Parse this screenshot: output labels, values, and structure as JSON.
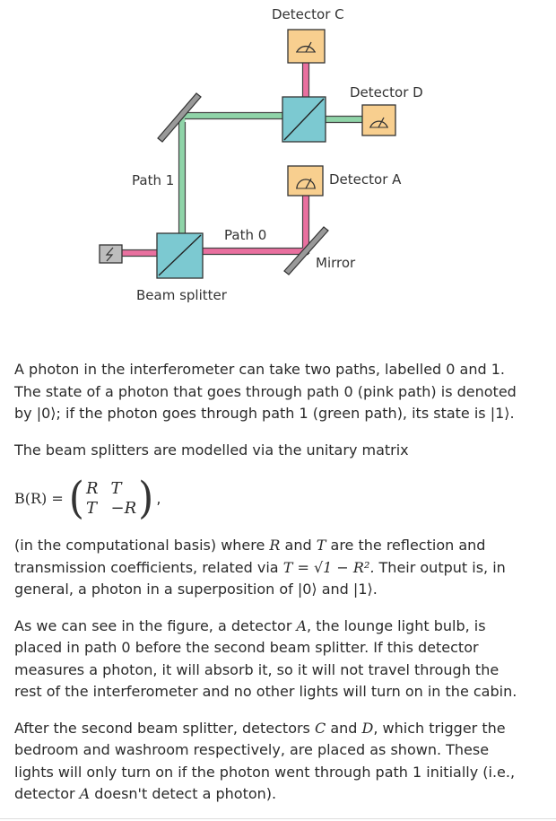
{
  "diagram": {
    "detector_c": "Detector C",
    "detector_d": "Detector D",
    "detector_a": "Detector A",
    "path1": "Path 1",
    "path0": "Path 0",
    "mirror": "Mirror",
    "beam_splitter": "Beam splitter"
  },
  "colors": {
    "pink_path": "#e9709f",
    "green_path": "#8fd4a8",
    "splitter_fill": "#7cc9d1",
    "detector_fill": "#f8cf8f"
  },
  "text": {
    "p1_a": "A photon in the interferometer can take two paths, labelled 0 and 1. The state of a photon that goes through path 0 (pink path) is denoted by |0⟩; if the photon goes through path 1 (green path), its state is |1⟩.",
    "p2": "The beam splitters are modelled via the unitary matrix",
    "matrix_lhs": "B(R) =",
    "m11": "R",
    "m12": "T",
    "m21": "T",
    "m22": "−R",
    "matrix_tail": ",",
    "p3_a": "(in the computational basis) where ",
    "p3_R": "R",
    "p3_b": " and ",
    "p3_T": "T",
    "p3_c": " are the reflection and transmission coefficients, related via ",
    "p3_eq": "T = √1 − R².",
    "p3_d": " Their output is, in general, a photon in a superposition of |0⟩ and |1⟩.",
    "p4_a": "As we can see in the figure, a detector ",
    "p4_A": "A",
    "p4_b": ", the lounge light bulb, is placed in path 0 before the second beam splitter. If this detector measures a photon, it will absorb it, so it will not travel through the rest of the interferometer and no other lights will turn on in the cabin.",
    "p5_a": "After the second beam splitter, detectors ",
    "p5_C": "C",
    "p5_b": " and ",
    "p5_D": "D",
    "p5_c": ", which trigger the bedroom and washroom respectively, are placed as shown. These lights will only turn on if the photon went through path 1 initially (i.e., detector ",
    "p5_A": "A",
    "p5_d": " doesn't detect a photon)."
  }
}
